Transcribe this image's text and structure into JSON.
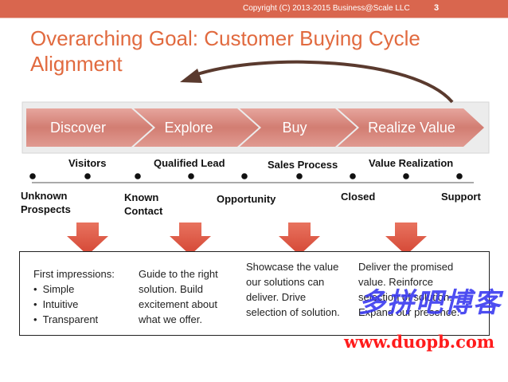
{
  "header": {
    "copyright": "Copyright (C) 2013-2015 Business@Scale LLC",
    "slide_number": "3"
  },
  "title": "Overarching Goal: Customer Buying Cycle Alignment",
  "stages": [
    "Discover",
    "Explore",
    "Buy",
    "Realize Value"
  ],
  "timeline": {
    "upper_labels": [
      "Visitors",
      "Qualified Lead",
      "Sales Process",
      "Value Realization"
    ],
    "lower_labels": [
      "Unknown\nProspects",
      "Known\nContact",
      "Opportunity",
      "Closed",
      "Support"
    ]
  },
  "steps": [
    {
      "heading": "First impressions:",
      "bullets": [
        "Simple",
        "Intuitive",
        "Transparent"
      ]
    },
    {
      "text": "Guide to the right solution.  Build excitement about what we offer."
    },
    {
      "text": "Showcase the value our solutions can deliver.  Drive selection of solution."
    },
    {
      "text": "Deliver the promised value.  Reinforce selection of solution. Expand our presence."
    }
  ],
  "watermark": {
    "chinese": "多拼吧博客",
    "url": "www.duopb.com"
  },
  "colors": {
    "accent": "#d9664e",
    "title": "#e16a3f",
    "chevron": "#d88b82",
    "arrow_down": "#df5a47",
    "curved_arrow": "#5a3a2e"
  }
}
